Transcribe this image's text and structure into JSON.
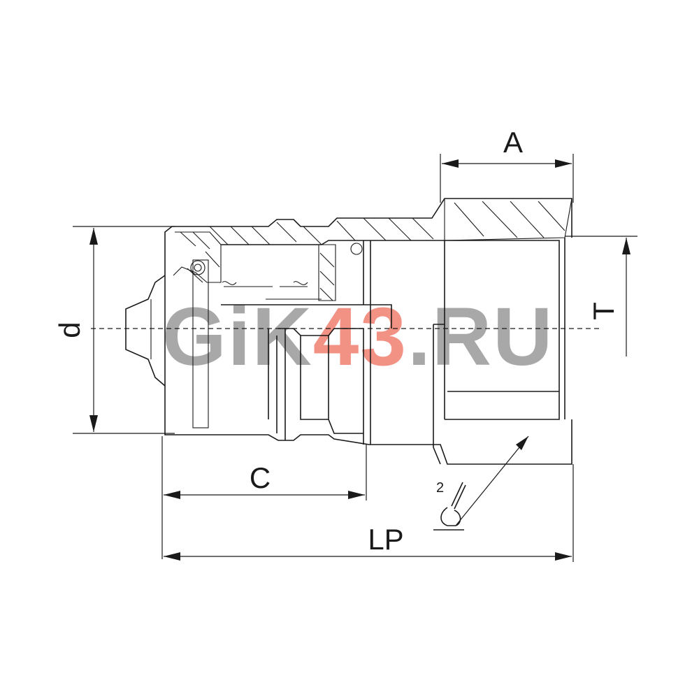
{
  "dimensions": {
    "a": "A",
    "t": "T",
    "d": "d",
    "c": "C",
    "lp": "LP"
  },
  "roughness": {
    "value": "2"
  },
  "watermark": {
    "part1": "GiK",
    "part2": "43",
    "part3": ".RU",
    "color_main": "#9a9a9a",
    "color_accent": "#f08070"
  }
}
